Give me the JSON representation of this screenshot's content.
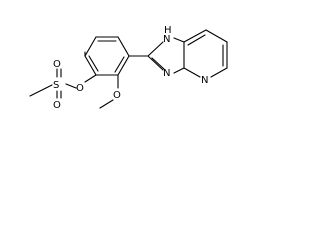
{
  "molecule": {
    "atoms": {
      "S": "S",
      "O_upper": "O",
      "O_lower": "O",
      "O_ester": "O",
      "O_methoxy": "O",
      "NH": "N",
      "NH_H": "H",
      "N_imid": "N",
      "N_pyr": "N"
    }
  }
}
